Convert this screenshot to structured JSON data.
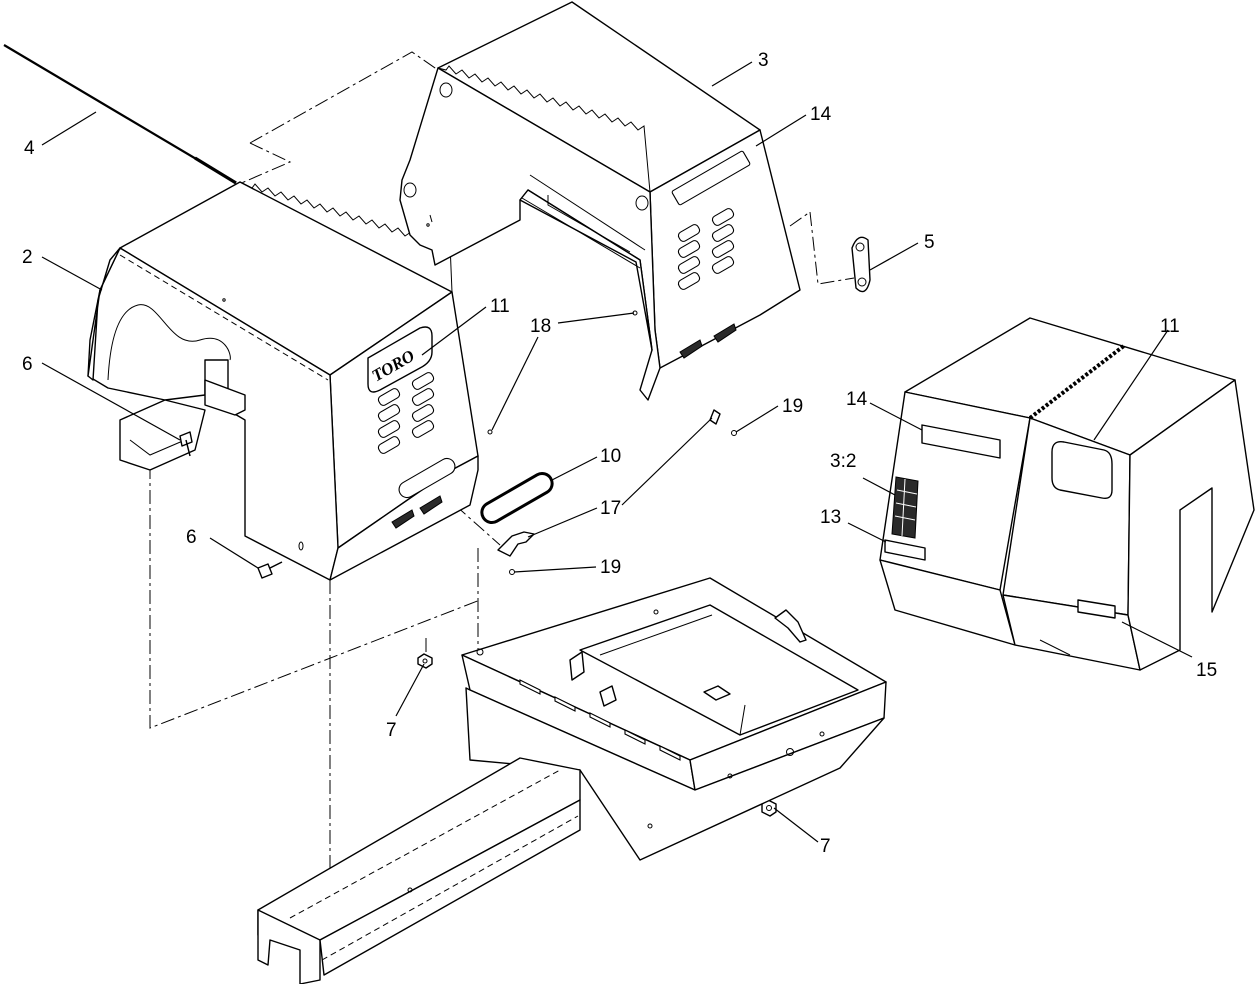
{
  "callouts": {
    "c4": "4",
    "c2": "2",
    "c6a": "6",
    "c6b": "6",
    "c3": "3",
    "c14a": "14",
    "c5": "5",
    "c11a": "11",
    "c18": "18",
    "c19a": "19",
    "c10": "10",
    "c17": "17",
    "c19b": "19",
    "c7a": "7",
    "c7b": "7",
    "c11b": "11",
    "c14b": "14",
    "c32": "3:2",
    "c13": "13",
    "c15": "15"
  },
  "logo_text": "TORO"
}
